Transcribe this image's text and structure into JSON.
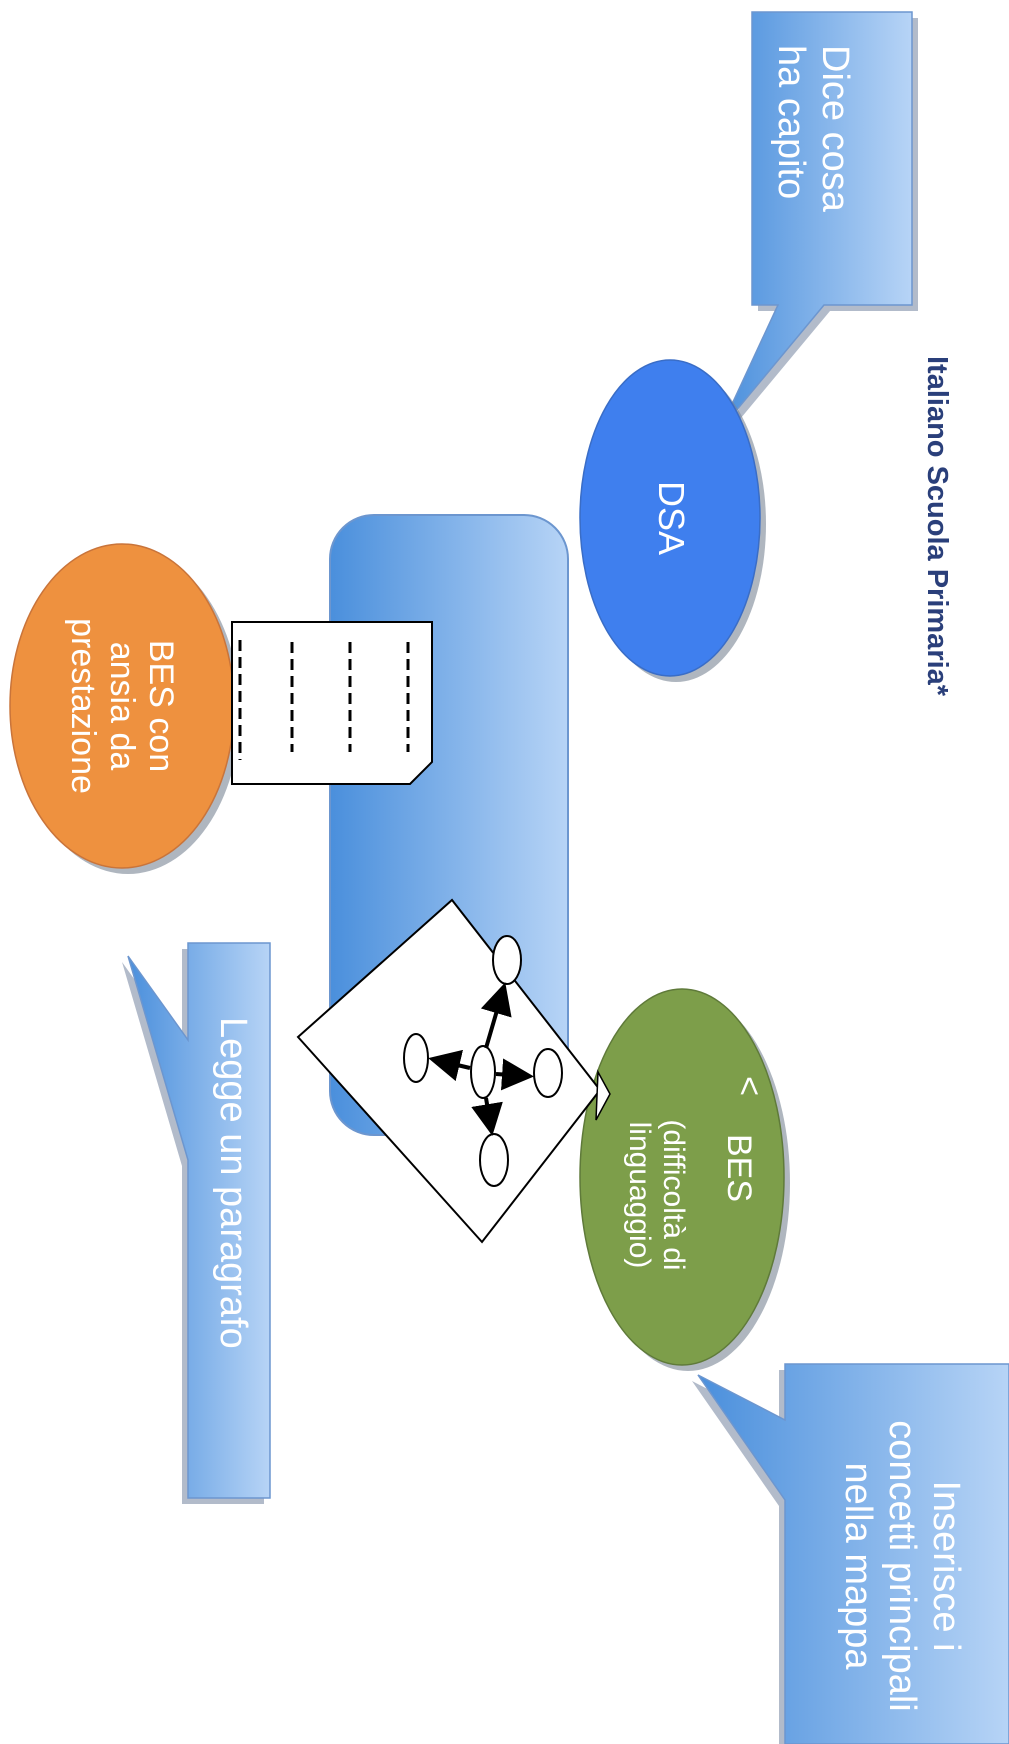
{
  "title": "Italiano Scuola Primaria*",
  "callouts": {
    "top": "Dice cosa\nha capito",
    "right": "Inserisce i\nconcetti principali\nnella mappa",
    "left": "Legge un paragrafo"
  },
  "nodes": {
    "dsa": "DSA",
    "bes_anxiety": "BES con\nansia da\nprestazione",
    "bes_language_lt": "<",
    "bes_language_name": "BES",
    "bes_language_detail": "(difficoltà di\nlinguaggio)"
  },
  "colors": {
    "callout_start": "#4a8fdc",
    "callout_end": "#b7d4f6",
    "dsa": "#3f7fee",
    "bes_anxiety": "#ee913f",
    "bes_language": "#7d9e4a"
  },
  "icons": [
    "document-icon",
    "concept-map-icon"
  ]
}
